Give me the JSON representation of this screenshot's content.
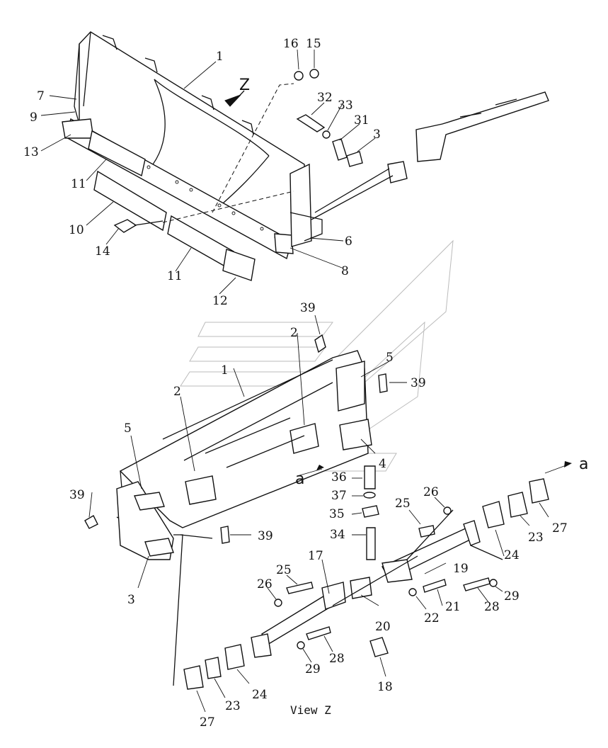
{
  "labels": {
    "n1a": "1",
    "n1b": "1",
    "n2a": "2",
    "n2b": "2",
    "n3a": "3",
    "n3b": "3",
    "n4": "4",
    "n5a": "5",
    "n5b": "5",
    "n6": "6",
    "n8": "8",
    "n7": "7",
    "n9": "9",
    "n10": "10",
    "n11a": "11",
    "n11b": "11",
    "n12": "12",
    "n13": "13",
    "n14": "14",
    "n15": "15",
    "n16": "16",
    "n17": "17",
    "n18": "18",
    "n19": "19",
    "n20": "20",
    "n21": "21",
    "n22": "22",
    "n23a": "23",
    "n23b": "23",
    "n24a": "24",
    "n24b": "24",
    "n25a": "25",
    "n25b": "25",
    "n26a": "26",
    "n26b": "26",
    "n27a": "27",
    "n27b": "27",
    "n28a": "28",
    "n28b": "28",
    "n29a": "29",
    "n29b": "29",
    "n31": "31",
    "n32": "32",
    "n33": "33",
    "n34": "34",
    "n35": "35",
    "n36": "36",
    "n37": "37",
    "n39a": "39",
    "n39b": "39",
    "n39c": "39",
    "n39d": "39",
    "z": "Z",
    "a1": "a",
    "a2": "a"
  },
  "caption": "View Z"
}
